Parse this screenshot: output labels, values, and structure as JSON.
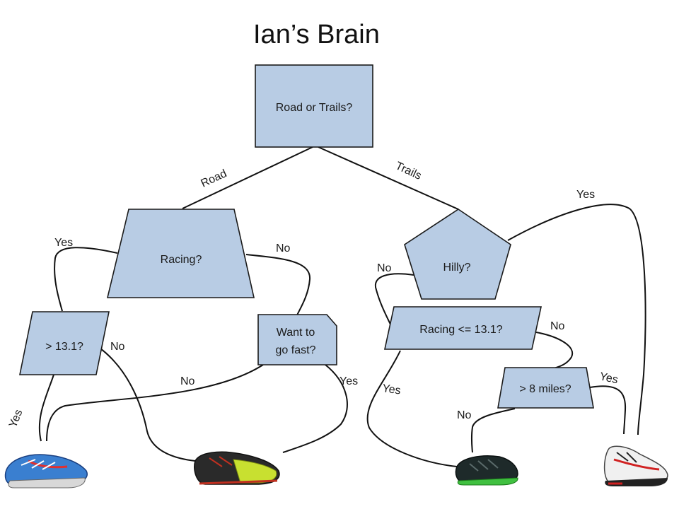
{
  "title": "Ian’s Brain",
  "colors": {
    "node_fill": "#b8cce4",
    "line": "#111111"
  },
  "nodes": {
    "root": "Road or Trails?",
    "racing": "Racing?",
    "over131": "> 13.1?",
    "wantfast_1": "Want to",
    "wantfast_2": "go fast?",
    "hilly": "Hilly?",
    "racing131": "Racing <= 13.1?",
    "over8": "> 8 miles?"
  },
  "edges": {
    "road": "Road",
    "trails": "Trails",
    "racing_yes": "Yes",
    "racing_no": "No",
    "over131_yes": "Yes",
    "over131_no": "No",
    "wantfast_no": "No",
    "wantfast_yes": "Yes",
    "hilly_yes": "Yes",
    "hilly_no": "No",
    "racing131_yes": "Yes",
    "racing131_no": "No",
    "over8_yes": "Yes",
    "over8_no": "No"
  },
  "shoes": [
    {
      "name": "blue-running-shoe-icon",
      "colors": [
        "#3a7fd0",
        "#e03030",
        "#d8d8d8"
      ]
    },
    {
      "name": "black-lime-shoe-icon",
      "colors": [
        "#2a2a2a",
        "#c8e030",
        "#c03020"
      ]
    },
    {
      "name": "black-green-trail-shoe-icon",
      "colors": [
        "#1e2a2a",
        "#40c040",
        "#5a6a6a"
      ]
    },
    {
      "name": "white-red-trail-shoe-icon",
      "colors": [
        "#f0f0f0",
        "#d02020",
        "#222222"
      ]
    }
  ]
}
